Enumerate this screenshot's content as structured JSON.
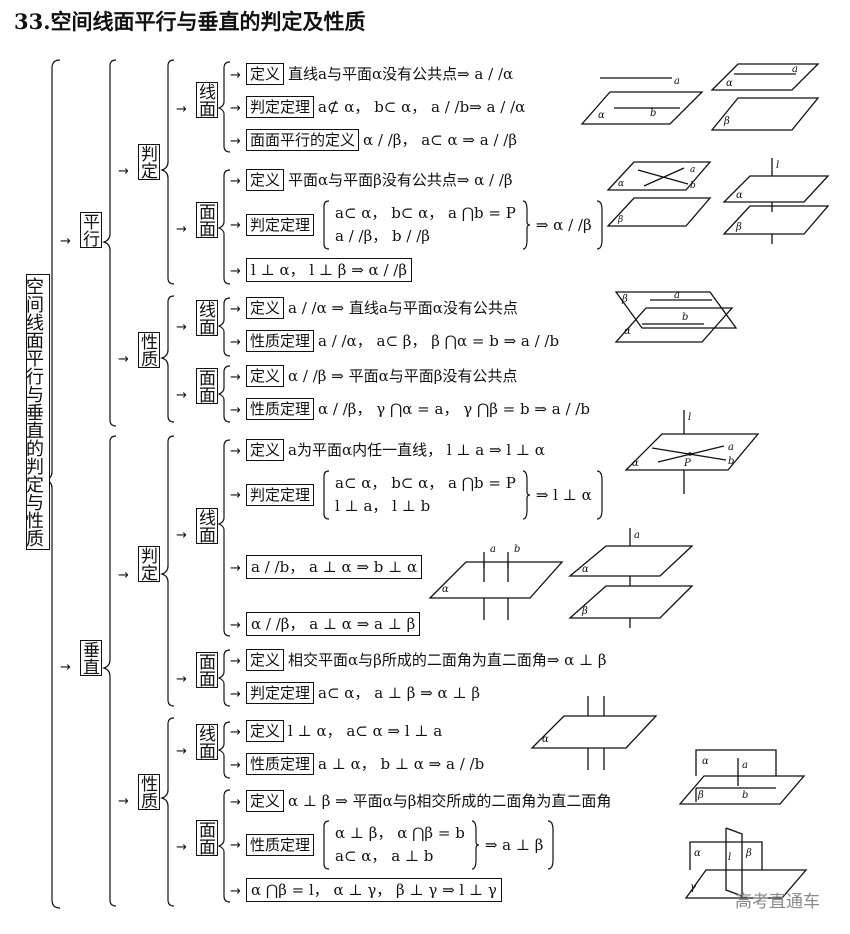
{
  "title": "33.空间线面平行与垂直的判定及性质",
  "root_label": "空间线面平行与垂直的判定与性质",
  "parallel": {
    "label": "平行",
    "judge": {
      "label": "判定",
      "line_plane": {
        "label": "线面",
        "rows": [
          {
            "tag": "定义",
            "text": "直线a与平面α没有公共点⇒ a / /α"
          },
          {
            "tag": "判定定理",
            "text": "a⊄ α， b⊂ α， a / /b⇒ a / /α"
          },
          {
            "tag": "面面平行的定义",
            "text": "α / /β， a⊂ α ⇒ a / /β"
          }
        ]
      },
      "plane_plane": {
        "label": "面面",
        "def": {
          "tag": "定义",
          "text": "平面α与平面β没有公共点⇒ α / /β"
        },
        "theorem": {
          "tag": "判定定理",
          "line1": "a⊂ α， b⊂ α， a ⋂b = P",
          "line2": "a / /β， b / /β",
          "concl": "⇒ α / /β"
        },
        "boxed": "l ⊥ α， l ⊥ β ⇒ α / /β"
      }
    },
    "prop": {
      "label": "性质",
      "line_plane": {
        "label": "线面",
        "rows": [
          {
            "tag": "定义",
            "text": "a / /α ⇒ 直线a与平面α没有公共点"
          },
          {
            "tag": "性质定理",
            "text": "a / /α， a⊂ β， β ⋂α = b ⇒ a / /b"
          }
        ]
      },
      "plane_plane": {
        "label": "面面",
        "rows": [
          {
            "tag": "定义",
            "text": "α / /β ⇒ 平面α与平面β没有公共点"
          },
          {
            "tag": "性质定理",
            "text": "α / /β， γ ⋂α = a， γ ⋂β = b ⇒ a / /b"
          }
        ]
      }
    }
  },
  "perp": {
    "label": "垂直",
    "judge": {
      "label": "判定",
      "line_plane": {
        "label": "线面",
        "def": {
          "tag": "定义",
          "text": "a为平面α内任一直线， l ⊥ a ⇒ l ⊥ α"
        },
        "theorem": {
          "tag": "判定定理",
          "line1": "a⊂ α， b⊂ α， a ⋂b = P",
          "line2": "l ⊥ a， l ⊥ b",
          "concl": "⇒ l ⊥ α"
        },
        "boxed1": "a / /b， a ⊥ α ⇒ b ⊥ α",
        "boxed2": "α / /β， a ⊥ α ⇒ a ⊥ β"
      },
      "plane_plane": {
        "label": "面面",
        "rows": [
          {
            "tag": "定义",
            "text": "相交平面α与β所成的二面角为直二面角⇒ α ⊥ β"
          },
          {
            "tag": "判定定理",
            "text": "a⊂ α， a ⊥ β ⇒ α ⊥ β"
          }
        ]
      }
    },
    "prop": {
      "label": "性质",
      "line_plane": {
        "label": "线面",
        "rows": [
          {
            "tag": "定义",
            "text": "l ⊥ α， a⊂ α ⇒ l ⊥ a"
          },
          {
            "tag": "性质定理",
            "text": "a ⊥ α， b ⊥ α ⇒ a / /b"
          }
        ]
      },
      "plane_plane": {
        "label": "面面",
        "def": {
          "tag": "定义",
          "text": "α ⊥ β ⇒ 平面α与β相交所成的二面角为直二面角"
        },
        "theorem": {
          "tag": "性质定理",
          "line1": "α ⊥ β， α ⋂β = b",
          "line2": "a⊂ α， a ⊥ b",
          "concl": "⇒ a ⊥ β"
        },
        "boxed": "α ⋂β = l， α ⊥ γ， β ⊥ γ ⇒ l ⊥ γ"
      }
    }
  },
  "figure_letters": {
    "a": "a",
    "b": "b",
    "l": "l",
    "P": "P",
    "alpha": "α",
    "beta": "β",
    "gamma": "γ"
  },
  "arrow": "→",
  "watermark": "高考直通车"
}
